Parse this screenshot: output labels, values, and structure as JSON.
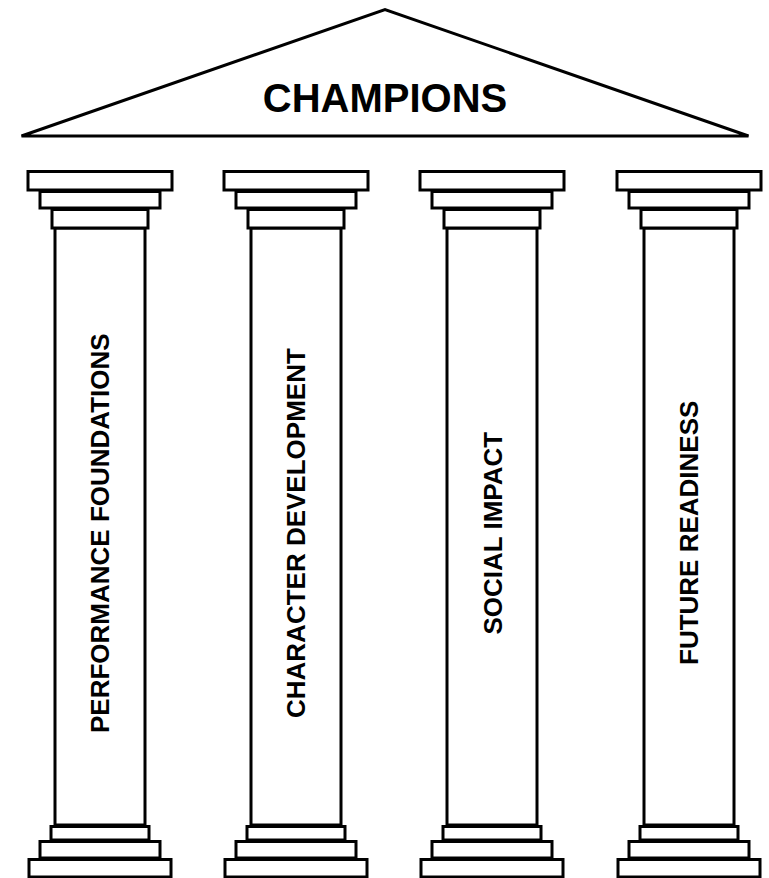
{
  "diagram": {
    "nodes": [
      {
        "text": [
          "CHAMPIONS"
        ]
      },
      {
        "text": [
          "PERFORMANCE FOUNDATIONS"
        ]
      },
      {
        "text": [
          "CHARACTER DEVELOPMENT"
        ]
      },
      {
        "text": [
          "SOCIAL IMPACT"
        ]
      },
      {
        "text": [
          "FUTURE READINESS"
        ]
      }
    ]
  }
}
